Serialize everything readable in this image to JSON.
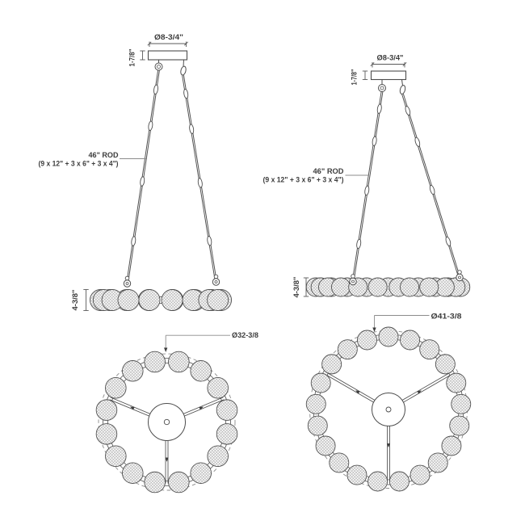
{
  "drawing": {
    "background": "#ffffff",
    "line_color": "#4d4d4d",
    "hatch_color": "#a3a3a3",
    "dash_color": "#8c8c8c",
    "leader_color": "#8c8c8c",
    "dim_color": "#5a5a5a",
    "text_color": "#3d3d3d"
  },
  "fixtures": [
    {
      "name": "small-chandelier",
      "sphere_count": 16,
      "labels": {
        "canopy_diameter": "Ø8-3/4\"",
        "canopy_height": "1-7/8\"",
        "rod_length": "46\" ROD",
        "rod_segments": "(9 x 12\" + 3 x 6\" + 3 x 4\")",
        "ring_height": "4-3/8\"",
        "ring_diameter": "Ø32-3/8"
      }
    },
    {
      "name": "large-chandelier",
      "sphere_count": 21,
      "labels": {
        "canopy_diameter": "Ø8-3/4\"",
        "canopy_height": "1-7/8\"",
        "rod_length": "46\" ROD",
        "rod_segments": "(9 x 12\" + 3 x 6\" + 3 x 4\")",
        "ring_height": "4-3/8\"",
        "ring_diameter": "Ø41-3/8"
      }
    }
  ]
}
